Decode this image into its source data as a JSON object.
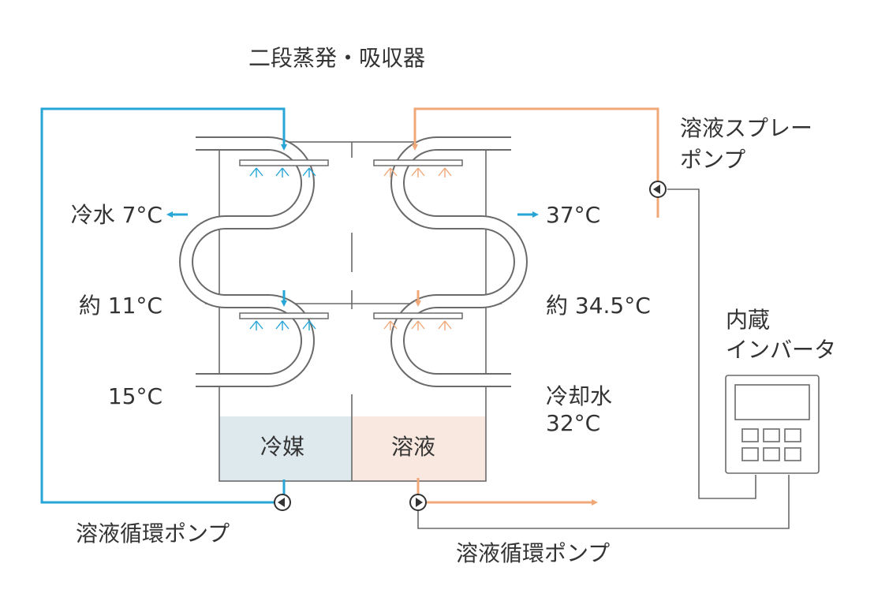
{
  "title": "二段蒸発・吸収器",
  "colors": {
    "refrigerant": "#26a5d6",
    "solution": "#f0a878",
    "line": "#5a5a5a",
    "refrigerant_fill": "#dde9ed",
    "solution_fill": "#f8e8e0"
  },
  "left": {
    "chilled_out": "冷水 7°C",
    "mid": "約 11°C",
    "chilled_in": "15°C"
  },
  "right": {
    "out": "37°C",
    "mid": "約 34.5°C",
    "cooling_in_line1": "冷却水",
    "cooling_in_line2": "32°C"
  },
  "tank": {
    "refrigerant": "冷媒",
    "solution": "溶液"
  },
  "spray_pump": {
    "line1": "溶液スプレー",
    "line2": "ポンプ"
  },
  "inverter": {
    "line1": "内蔵",
    "line2": "インバータ"
  },
  "circ_pump_left": "溶液循環ポンプ",
  "circ_pump_right": "溶液循環ポンプ"
}
